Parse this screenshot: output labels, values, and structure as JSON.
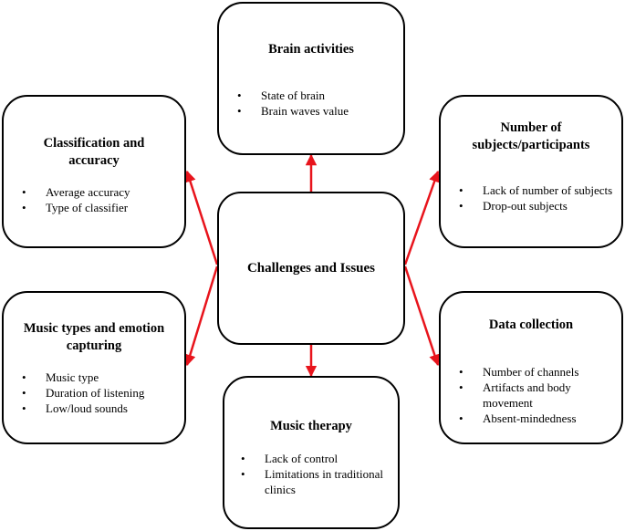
{
  "center": {
    "title": "Challenges and Issues"
  },
  "nodes": {
    "brain": {
      "title": "Brain activities",
      "items": [
        "State of brain",
        "Brain waves value"
      ]
    },
    "classification": {
      "title": "Classification and accuracy",
      "items": [
        "Average accuracy",
        "Type of classifier"
      ]
    },
    "subjects": {
      "title": "Number of subjects/participants",
      "items": [
        "Lack of number of subjects",
        "Drop-out subjects"
      ]
    },
    "music_types": {
      "title": "Music types and emotion capturing",
      "items": [
        "Music type",
        "Duration of listening",
        "Low/loud sounds"
      ]
    },
    "data_collection": {
      "title": "Data collection",
      "items": [
        "Number of channels",
        "Artifacts and body movement",
        "Absent-mindedness"
      ]
    },
    "music_therapy": {
      "title": "Music therapy",
      "items": [
        "Lack of control",
        "Limitations in traditional clinics"
      ]
    }
  },
  "colors": {
    "arrow": "#e8141c",
    "border": "#000000"
  }
}
